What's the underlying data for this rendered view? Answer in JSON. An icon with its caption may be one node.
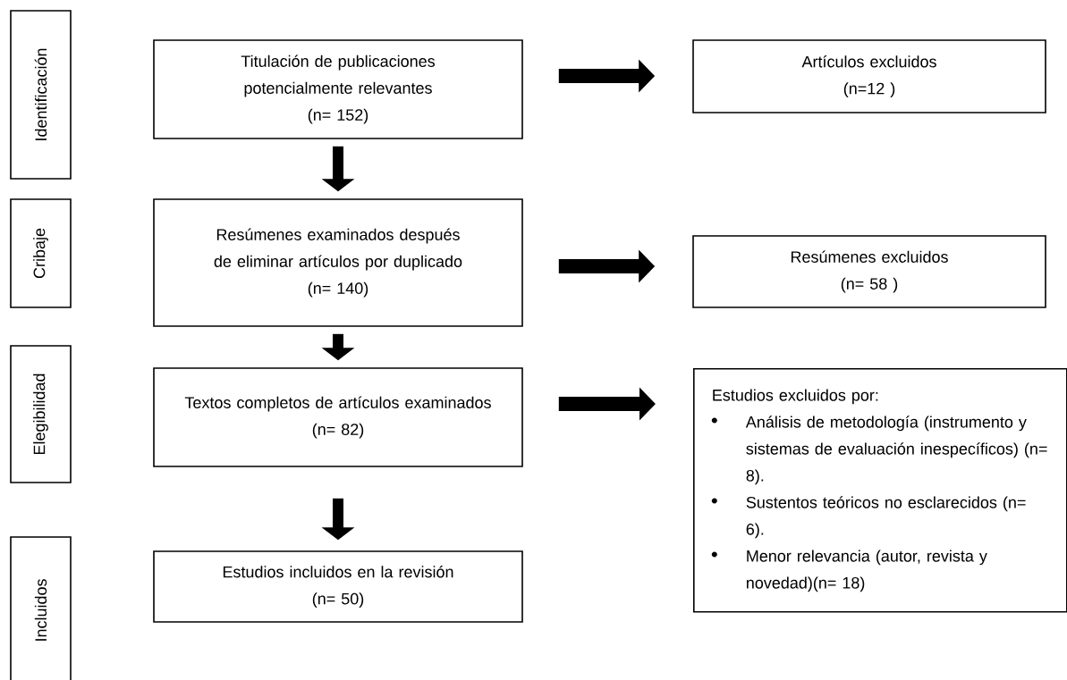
{
  "diagram": {
    "nodes": [
      {
        "text": [
          "Identificación"
        ]
      },
      {
        "text": [
          "Cribaje"
        ]
      },
      {
        "text": [
          "Elegibilidad"
        ]
      },
      {
        "text": [
          "Incluidos"
        ]
      },
      {
        "text": [
          "Titulación de publicaciones potencialmente relevantes",
          "(n= 152)"
        ]
      },
      {
        "text": [
          "Artículos excluidos",
          "(n=12 )"
        ]
      },
      {
        "text": [
          "Resúmenes examinados después de eliminar artículos por duplicado",
          "(n= 140)"
        ]
      },
      {
        "text": [
          "Resúmenes excluidos",
          "(n= 58 )"
        ]
      },
      {
        "text": [
          "Textos completos de artículos examinados",
          "(n= 82)"
        ]
      },
      {
        "text": [
          "Estudios excluidos por:",
          "Análisis de metodología (instrumento y sistemas de evaluación inespecíficos) (n= 8).",
          "Sustentos teóricos no esclarecidos (n= 6).",
          "Menor relevancia (autor, revista y novedad)(n= 18)"
        ]
      },
      {
        "text": [
          "Estudios incluidos en la revisión",
          "(n= 50)"
        ]
      }
    ],
    "edges": [
      {
        "from": 4,
        "to": 6,
        "arrow": "to"
      },
      {
        "from": 6,
        "to": 8,
        "arrow": "to"
      },
      {
        "from": 8,
        "to": 10,
        "arrow": "to"
      },
      {
        "from": 4,
        "to": 5,
        "arrow": "to"
      },
      {
        "from": 6,
        "to": 7,
        "arrow": "to"
      },
      {
        "from": 8,
        "to": 9,
        "arrow": "to"
      }
    ]
  }
}
